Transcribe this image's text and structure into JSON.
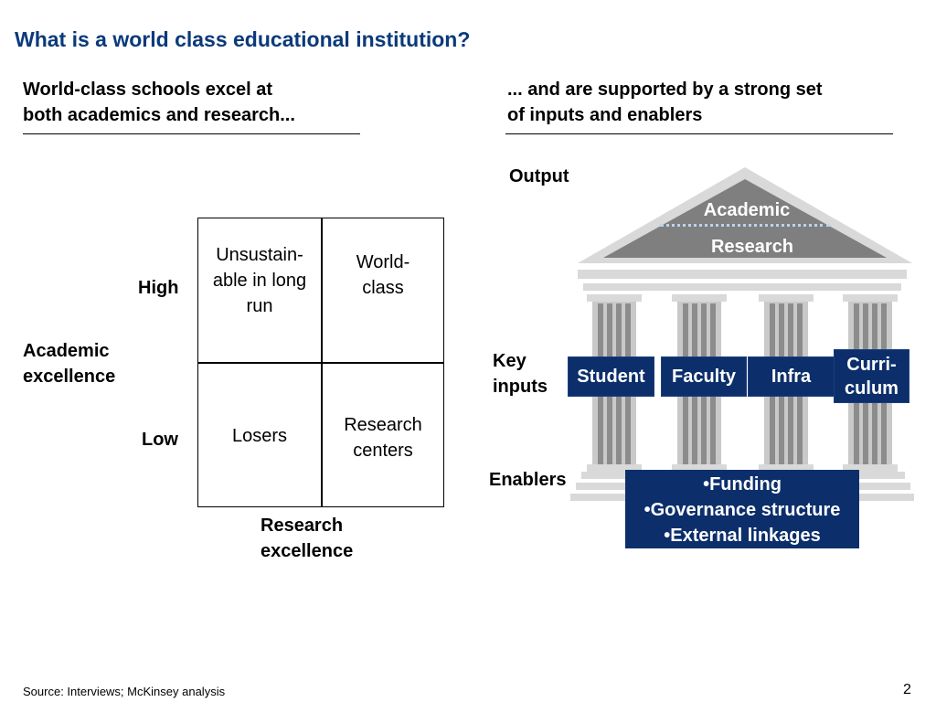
{
  "title": "What is a world class educational institution?",
  "left": {
    "subtitle": "World-class schools excel at\nboth academics and research...",
    "matrix": {
      "top_left": "Unsustain-\nable in long\nrun",
      "top_right": "World-\nclass",
      "bottom_left": "Losers",
      "bottom_right": "Research\ncenters"
    },
    "axis_high": "High",
    "axis_low": "Low",
    "y_label": "Academic\nexcellence",
    "x_label": "Research\nexcellence"
  },
  "right": {
    "subtitle": "... and are supported by a strong set\nof inputs and enablers",
    "output_label": "Output",
    "key_inputs_label": "Key\ninputs",
    "enablers_label": "Enablers",
    "roof_top": "Academic",
    "roof_bottom": "Research",
    "inputs": [
      "Student",
      "Faculty",
      "Infra",
      "Curri-\nculum"
    ],
    "enablers": [
      "•Funding",
      "•Governance structure",
      "•External linkages"
    ]
  },
  "colors": {
    "title": "#0a3a7a",
    "box_fill": "#0c2f6b",
    "roof": "#7f7f7f",
    "column": "#a6a6a6"
  },
  "footer": {
    "source": "Source: Interviews; McKinsey analysis",
    "page_number": "2"
  }
}
